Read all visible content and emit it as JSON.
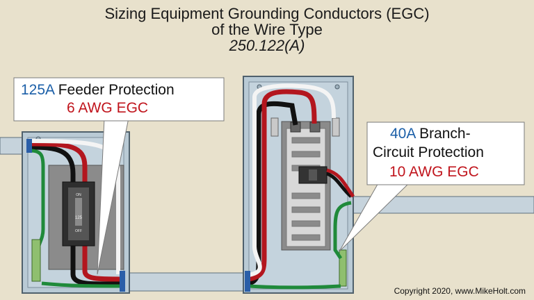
{
  "title": {
    "line1": "Sizing Equipment Grounding Conductors (EGC)",
    "line2": "of the Wire Type",
    "line3": "250.122(A)"
  },
  "callout_left": {
    "amps": "125A",
    "label": "Feeder Protection",
    "egc": "6 AWG EGC"
  },
  "callout_right": {
    "amps": "40A",
    "label_line1": "Branch-",
    "label_line2": "Circuit Protection",
    "egc": "10 AWG EGC"
  },
  "breaker": {
    "rating": "125",
    "on": "ON",
    "off": "OFF"
  },
  "copyright": "Copyright 2020, www.MikeHolt.com",
  "colors": {
    "background": "#e8e1cc",
    "enclosure": "#b8c9d4",
    "backplate": "#8b8b8b",
    "wire_black": "#111111",
    "wire_red": "#b3161e",
    "wire_white": "#f4f4f4",
    "wire_green": "#1f8a3a",
    "bushing": "#2a5ea8",
    "blue_text": "#1b5fa8",
    "red_text": "#c0141c"
  }
}
